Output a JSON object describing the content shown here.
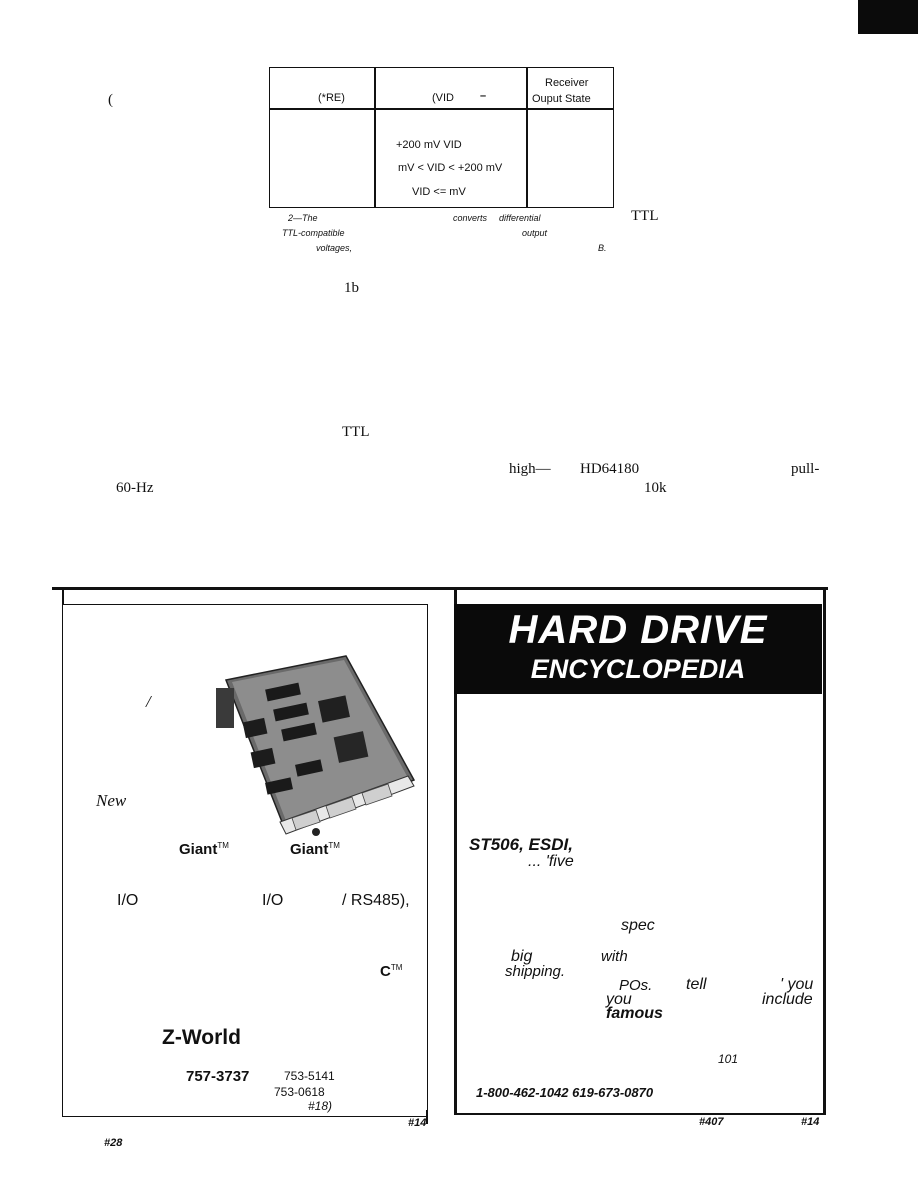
{
  "table": {
    "header": {
      "col1": "(*RE)",
      "col2": "(VID",
      "col2_dash": "–",
      "col3_line1": "Receiver",
      "col3_line2": "Ouput State"
    },
    "left_paren": "(",
    "rows": [
      "+200 mV      VID",
      "mV < VID < +200 mV",
      "VID <=        mV"
    ]
  },
  "caption": {
    "line1_a": "2—The",
    "line1_b": "converts",
    "line1_c": "differential",
    "line1_d": "TTL",
    "line2_a": "TTL-compatible",
    "line2_b": "output",
    "line3_a": "voltages,",
    "line3_b": "B."
  },
  "body_fragments": {
    "ref_1b": "1b",
    "ttl": "TTL",
    "high": "high—",
    "hd": "HD64180",
    "pull": "pull-",
    "hz": "60-Hz",
    "tenk": "10k"
  },
  "left_ad": {
    "slash": "/",
    "new": "New",
    "giant1": "Giant",
    "giant2": "Giant",
    "tm": "TM",
    "io1": "I/O",
    "io2": "I/O",
    "rs485": "/ RS485),",
    "c_mark": "C",
    "brand": "Z-World",
    "phone": "757-3737",
    "phone2": "753-5141",
    "fax": "753-0618",
    "ref18": "#18)",
    "ref14": "#14",
    "ref28": "#28"
  },
  "right_ad": {
    "title": "HARD DRIVE",
    "subtitle": "ENCYCLOPEDIA",
    "interfaces": "ST506, ESDI,",
    "five": "...  'five",
    "spec": "spec",
    "big": "big",
    "with": "with",
    "shipping": "shipping.",
    "pos": "POs.",
    "tell": "tell",
    "you1": "' you",
    "you2": "you",
    "include": "include",
    "famous": "famous",
    "n101": "101",
    "phones": "1-800-462-1042 619-673-0870",
    "ref407": "#407",
    "ref14": "#14"
  }
}
